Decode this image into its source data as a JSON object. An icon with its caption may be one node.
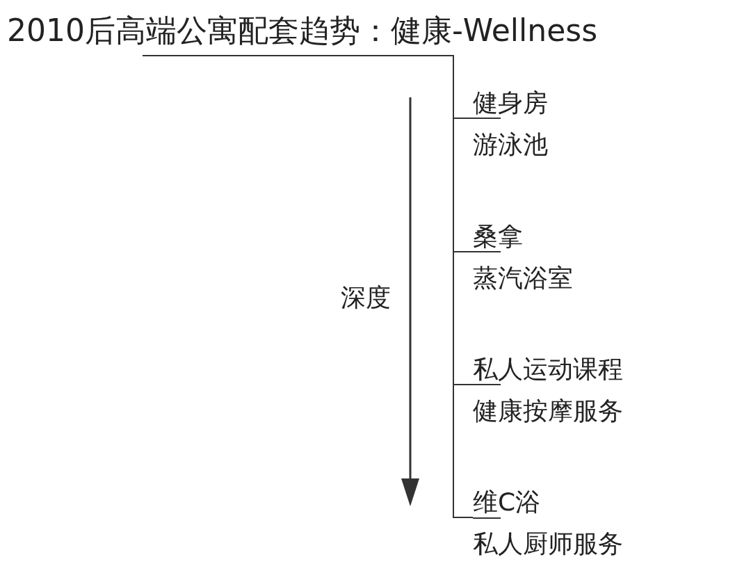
{
  "diagram": {
    "nodes": [
      {
        "text": [
          "2010后高端公寓配套趋势：健康-Wellness"
        ]
      },
      {
        "text": [
          "健身房",
          "游泳池"
        ]
      },
      {
        "text": [
          "桑拿",
          "蒸汽浴室"
        ]
      },
      {
        "text": [
          "私人运动课程",
          "健康按摩服务"
        ]
      },
      {
        "text": [
          "维C浴",
          "私人厨师服务"
        ]
      }
    ],
    "edges": [
      {
        "from": 0,
        "to": 1,
        "arrow": "none"
      },
      {
        "from": 0,
        "to": 2,
        "arrow": "none"
      },
      {
        "from": 0,
        "to": 3,
        "arrow": "none"
      },
      {
        "from": 0,
        "to": 4,
        "arrow": "none"
      }
    ],
    "labels": [
      "深度"
    ]
  }
}
